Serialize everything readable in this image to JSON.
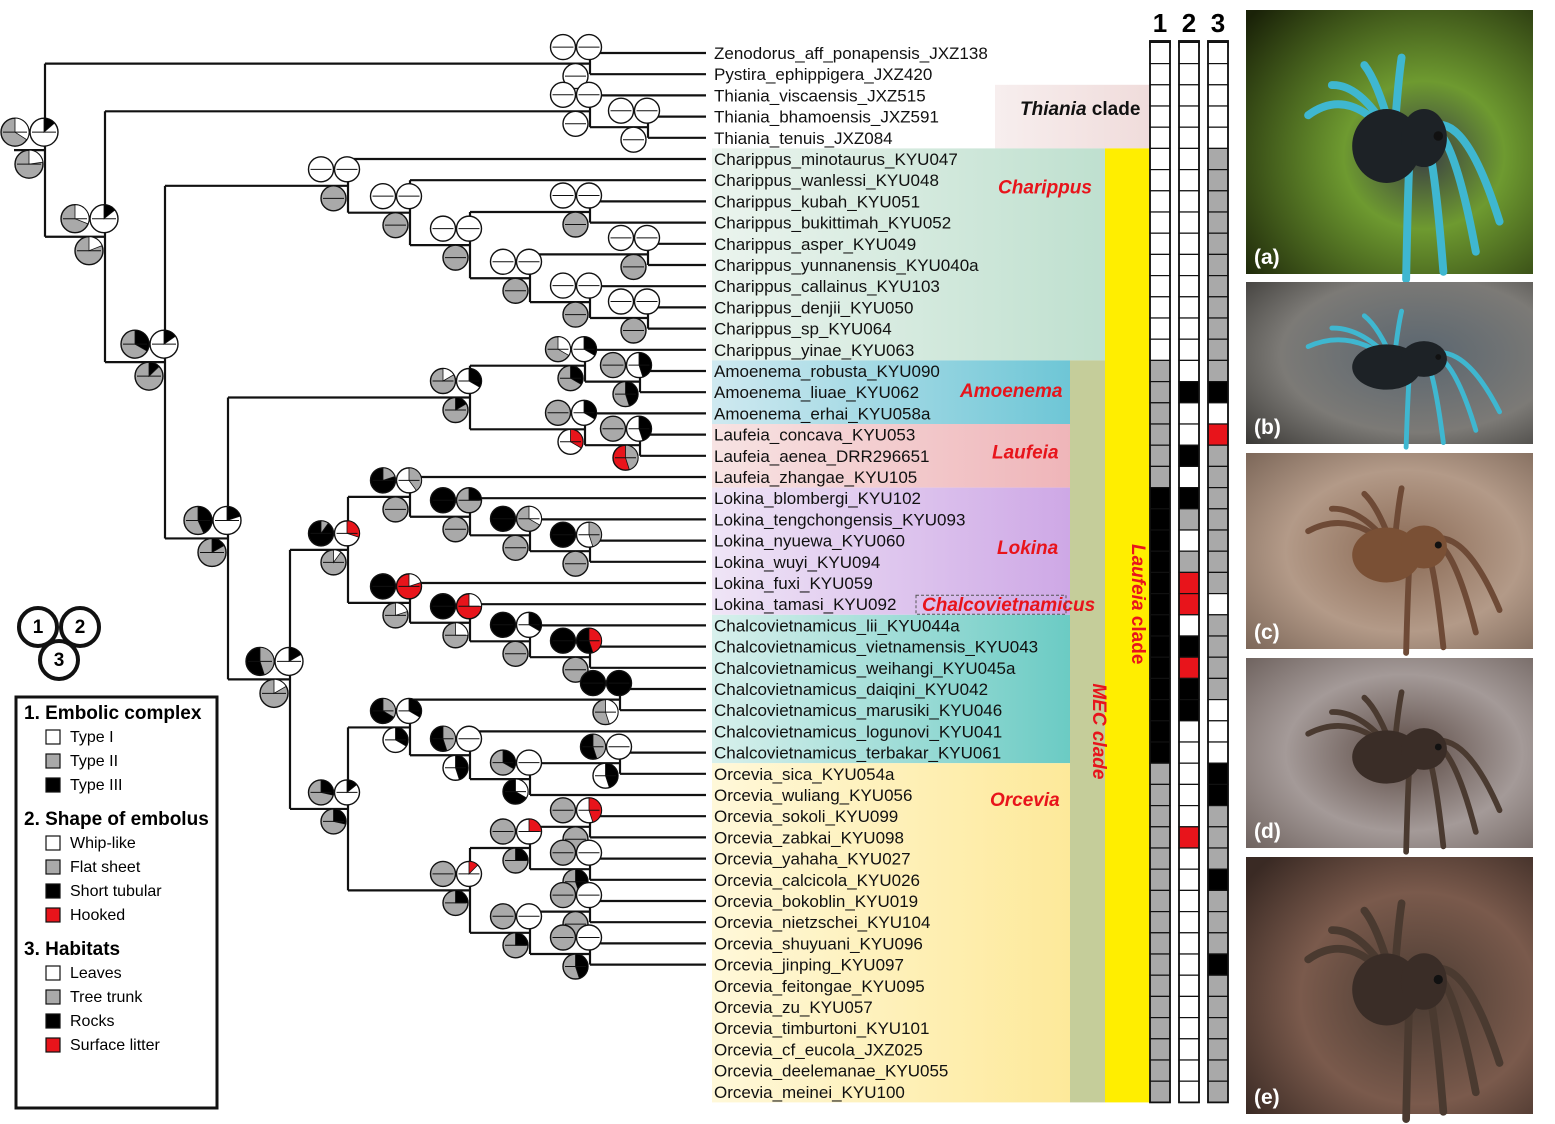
{
  "taxa": [
    "Zenodorus_aff_ponapensis_JXZ138",
    "Pystira_ephippigera_JXZ420",
    "Thiania_viscaensis_JXZ515",
    "Thiania_bhamoensis_JXZ591",
    "Thiania_tenuis_JXZ084",
    "Charippus_minotaurus_KYU047",
    "Charippus_wanlessi_KYU048",
    "Charippus_kubah_KYU051",
    "Charippus_bukittimah_KYU052",
    "Charippus_asper_KYU049",
    "Charippus_yunnanensis_KYU040a",
    "Charippus_callainus_KYU103",
    "Charippus_denjii_KYU050",
    "Charippus_sp_KYU064",
    "Charippus_yinae_KYU063",
    "Amoenema_robusta_KYU090",
    "Amoenema_liuae_KYU062",
    "Amoenema_erhai_KYU058a",
    "Laufeia_concava_KYU053",
    "Laufeia_aenea_DRR296651",
    "Laufeia_zhangae_KYU105",
    "Lokina_blombergi_KYU102",
    "Lokina_tengchongensis_KYU093",
    "Lokina_nyuewa_KYU060",
    "Lokina_wuyi_KYU094",
    "Lokina_fuxi_KYU059",
    "Lokina_tamasi_KYU092",
    "Chalcovietnamicus_lii_KYU044a",
    "Chalcovietnamicus_vietnamensis_KYU043",
    "Chalcovietnamicus_weihangi_KYU045a",
    "Chalcovietnamicus_daiqini_KYU042",
    "Chalcovietnamicus_marusiki_KYU046",
    "Chalcovietnamicus_logunovi_KYU041",
    "Chalcovietnamicus_terbakar_KYU061",
    "Orcevia_sica_KYU054a",
    "Orcevia_wuliang_KYU056",
    "Orcevia_sokoli_KYU099",
    "Orcevia_zabkai_KYU098",
    "Orcevia_yahaha_KYU027",
    "Orcevia_calcicola_KYU026",
    "Orcevia_bokoblin_KYU019",
    "Orcevia_nietzschei_KYU104",
    "Orcevia_shuyuani_KYU096",
    "Orcevia_jinping_KYU097",
    "Orcevia_feitongae_KYU095",
    "Orcevia_zu_KYU057",
    "Orcevia_timburtoni_KYU101",
    "Orcevia_cf_eucola_JXZ025",
    "Orcevia_deelemanae_KYU055",
    "Orcevia_meinei_KYU100"
  ],
  "clades": [
    {
      "id": "thiania",
      "italic": "Thiania",
      "plain": " clade",
      "color": "#111111"
    },
    {
      "id": "charippus",
      "italic": "Charippus",
      "plain": "",
      "color": "#e8141b"
    },
    {
      "id": "amoenema",
      "italic": "Amoenema",
      "plain": "",
      "color": "#e8141b"
    },
    {
      "id": "laufeia",
      "italic": "Laufeia",
      "plain": "",
      "color": "#e8141b"
    },
    {
      "id": "lokina",
      "italic": "Lokina",
      "plain": "",
      "color": "#e8141b"
    },
    {
      "id": "chalco",
      "italic": "Chalcovietnamicus",
      "plain": "",
      "color": "#e8141b"
    },
    {
      "id": "orcevia",
      "italic": "Orcevia",
      "plain": "",
      "color": "#e8141b"
    }
  ],
  "big_clades": {
    "mec": "MEC clade",
    "laufeia_italic": "Laufeia",
    "laufeia_plain": " clade"
  },
  "columns": [
    "1",
    "2",
    "3"
  ],
  "traits": {
    "c1": "WWWWWWWWWWWWWWWGGGGGGKKKKKKKKKKKKKGGGGGGGGGGGGGGGG",
    "c2": "WWWWWWWWWWWWWWWWKWWKWKGWGRRWKRKKWWWWWRWWWWWWWWWWWW",
    "c3": "WWWWWGGGGGGGGGGGKWRGGGGGGGWGGGGWWWKKGGGKGGGKGGGGGG"
  },
  "node_pies": "ancestral state pie charts",
  "legend": {
    "symbol_nums": [
      "1",
      "2",
      "3"
    ],
    "sections": [
      {
        "title": "1. Embolic complex",
        "items": [
          {
            "label": "Type I",
            "color": "#ffffff"
          },
          {
            "label": "Type II",
            "color": "#a9a9a9"
          },
          {
            "label": "Type III",
            "color": "#000000"
          }
        ]
      },
      {
        "title": "2. Shape of embolus",
        "items": [
          {
            "label": "Whip-like",
            "color": "#ffffff"
          },
          {
            "label": "Flat sheet",
            "color": "#a9a9a9"
          },
          {
            "label": "Short tubular",
            "color": "#000000"
          },
          {
            "label": "Hooked",
            "color": "#e8141b"
          }
        ]
      },
      {
        "title": "3. Habitats",
        "items": [
          {
            "label": "Leaves",
            "color": "#ffffff"
          },
          {
            "label": "Tree trunk",
            "color": "#a9a9a9"
          },
          {
            "label": "Rocks",
            "color": "#000000"
          },
          {
            "label": "Surface litter",
            "color": "#e8141b"
          }
        ]
      }
    ]
  },
  "photos": [
    "(a)",
    "(b)",
    "(c)",
    "(d)",
    "(e)"
  ],
  "colors": {
    "white": "#ffffff",
    "grey": "#a9a9a9",
    "black": "#000000",
    "red": "#e8141b",
    "yellow": "#ffee00",
    "mecband": "#c5cd9a"
  }
}
